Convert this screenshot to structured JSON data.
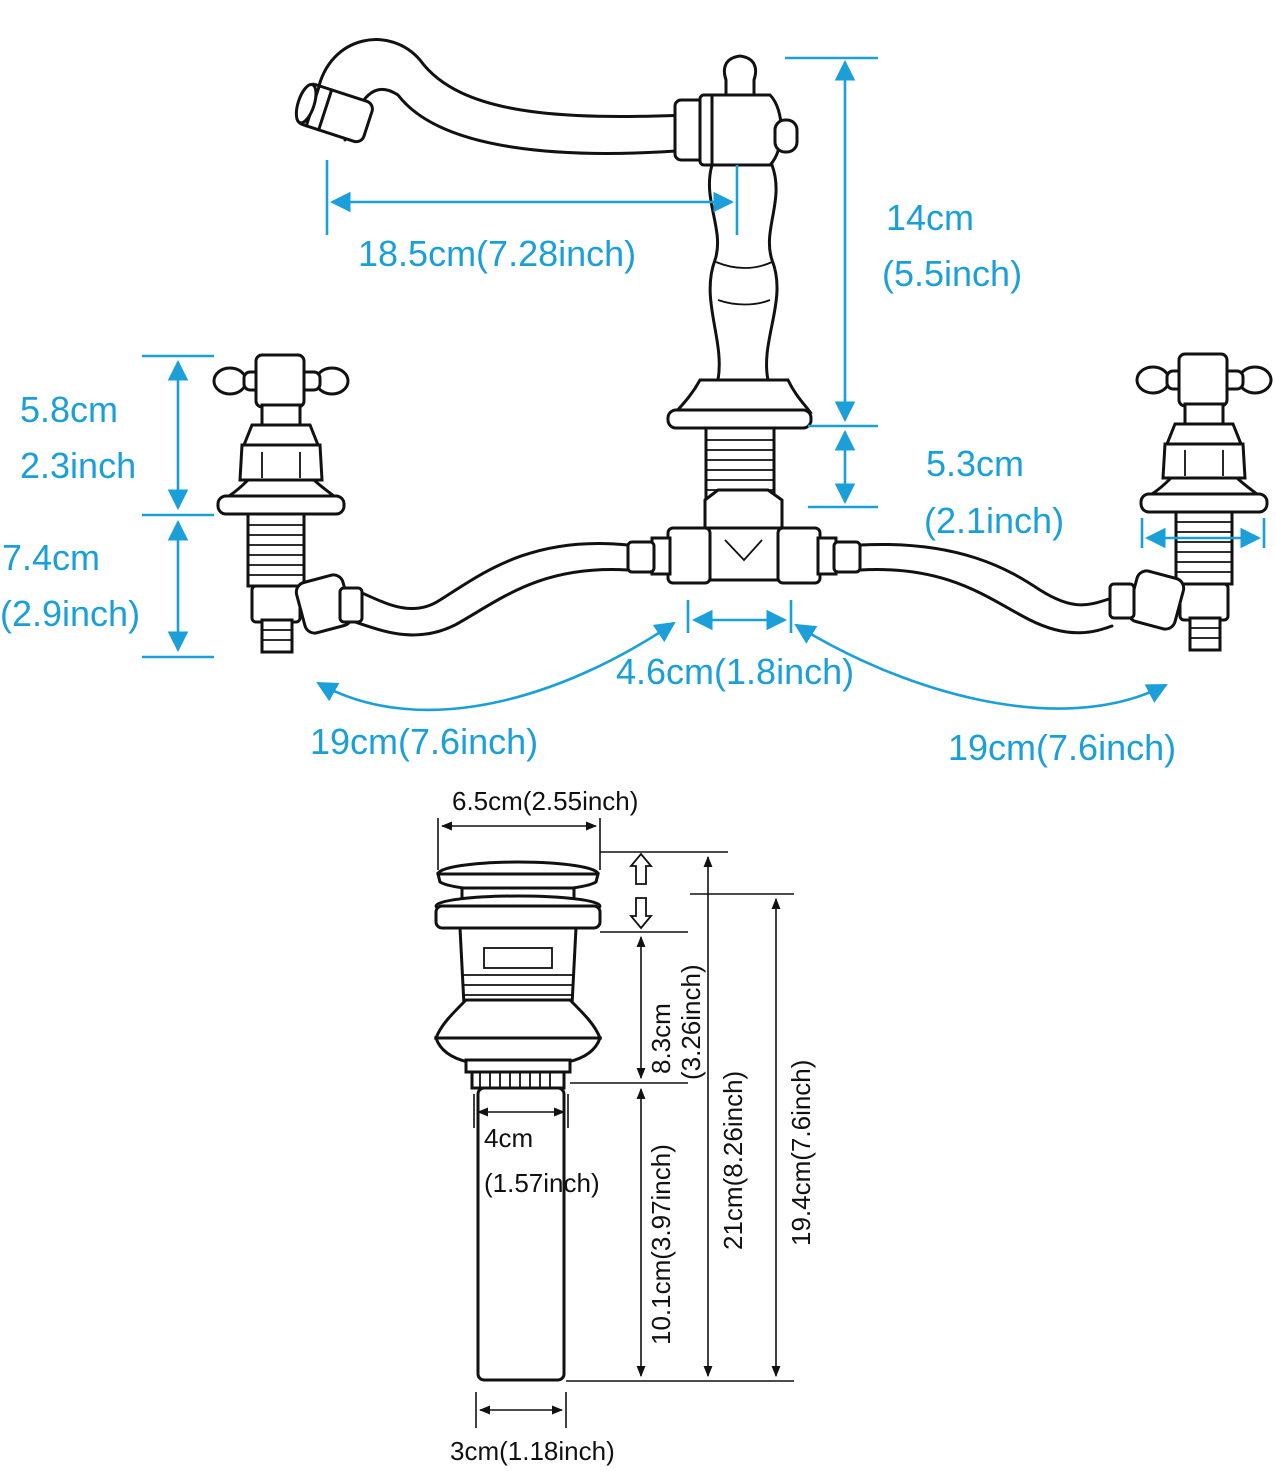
{
  "faucet": {
    "spout_reach": "18.5cm(7.28inch)",
    "spout_height_cm": "14cm",
    "spout_height_in": "(5.5inch)",
    "handle_height_cm": "5.8cm",
    "handle_height_in": "2.3inch",
    "shank_length_cm": "7.4cm",
    "shank_length_in": "(2.9inch)",
    "center_shank_cm": "5.3cm",
    "center_shank_in": "(2.1inch)",
    "tee_width": "4.6cm(1.8inch)",
    "hose_left": "19cm(7.6inch)",
    "hose_right": "19cm(7.6inch)"
  },
  "drain": {
    "cap_diameter": "6.5cm(2.55inch)",
    "body_height_cm": "8.3cm",
    "body_height_in": "(3.26inch)",
    "thread_dia_cm": "4cm",
    "thread_dia_in": "(1.57inch)",
    "tail_length": "10.1cm(3.97inch)",
    "total_height": "21cm(8.26inch)",
    "installed_height": "19.4cm(7.6inch)",
    "tail_dia": "3cm(1.18inch)"
  },
  "colors": {
    "dimension": "#1a9fd9",
    "drawing": "#111111"
  }
}
